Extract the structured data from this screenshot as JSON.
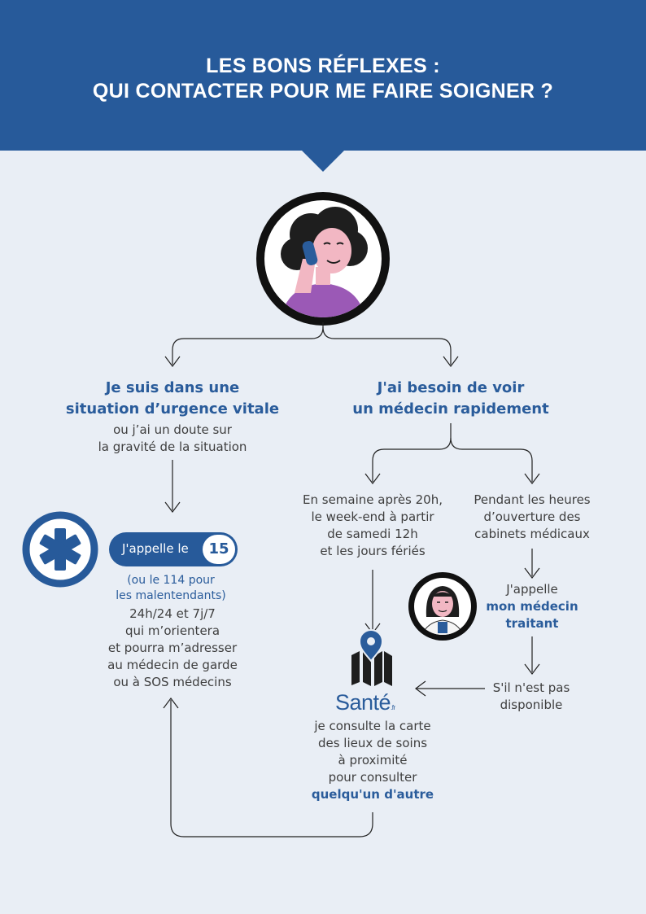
{
  "header": {
    "title_line1": "LES BONS RÉFLEXES :",
    "title_line2": "QUI CONTACTER POUR ME FAIRE SOIGNER ?"
  },
  "branch_left": {
    "heading_line1": "Je suis dans une",
    "heading_line2": "situation d’urgence vitale",
    "sub_line1": "ou j’ai un doute sur",
    "sub_line2": "la gravité de la situation",
    "call_label": "J'appelle le",
    "call_number": "15",
    "note_line1": "(ou le 114 pour",
    "note_line2": "les malentendants)",
    "detail": [
      "24h/24 et 7j/7",
      "qui m’orientera",
      "et pourra m’adresser",
      "au médecin de garde",
      "ou à SOS médecins"
    ]
  },
  "branch_right": {
    "heading_line1": "J'ai besoin de voir",
    "heading_line2": "un médecin rapidement",
    "option_a": [
      "En semaine après 20h,",
      "le week-end à partir",
      "de samedi 12h",
      "et les jours fériés"
    ],
    "option_b": [
      "Pendant les heures",
      "d’ouverture des",
      "cabinets médicaux"
    ],
    "call_doctor_line1": "J'appelle",
    "call_doctor_line2": "mon médecin",
    "call_doctor_line3": "traitant",
    "unavailable_line1": "S'il n'est pas",
    "unavailable_line2": "disponible",
    "sante_logo": "Santé",
    "sante_suffix": ".fr",
    "consult": [
      "je consulte la carte",
      "des lieux de soins",
      "à proximité",
      "pour consulter"
    ],
    "consult_emphasis": "quelqu'un d'autre"
  },
  "colors": {
    "brand_blue": "#275a9a",
    "background": "#e9eef5",
    "purple": "#9b59b6",
    "skin": "#f2b7c3"
  }
}
